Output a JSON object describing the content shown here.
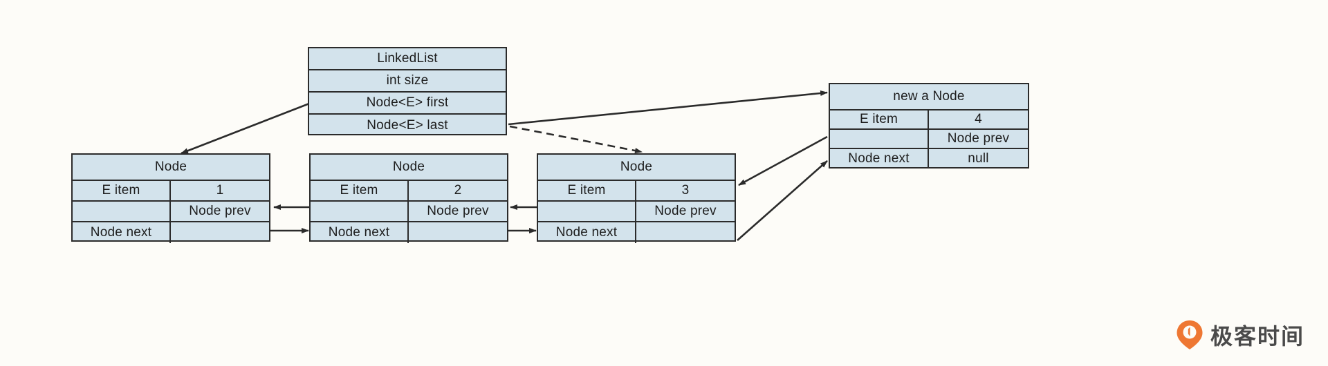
{
  "canvas": {
    "background_color": "#fdfcf8",
    "box_fill_color": "#d3e3ec",
    "stroke_color": "#2b2b2b"
  },
  "linked_list": {
    "title": "LinkedList",
    "fields": [
      "int size",
      "Node<E> first",
      "Node<E> last"
    ]
  },
  "nodes": [
    {
      "title": "Node",
      "item_label": "E item",
      "item_value": "1",
      "prev_label": "",
      "prev_value": "Node prev",
      "next_label": "Node next",
      "next_value": ""
    },
    {
      "title": "Node",
      "item_label": "E item",
      "item_value": "2",
      "prev_label": "",
      "prev_value": "Node prev",
      "next_label": "Node next",
      "next_value": ""
    },
    {
      "title": "Node",
      "item_label": "E item",
      "item_value": "3",
      "prev_label": "",
      "prev_value": "Node prev",
      "next_label": "Node next",
      "next_value": ""
    }
  ],
  "new_node": {
    "title": "new a Node",
    "item_label": "E item",
    "item_value": "4",
    "prev_label": "",
    "prev_value": "Node prev",
    "next_label": "Node next",
    "next_value": "null"
  },
  "watermark": {
    "text": "极客时间",
    "mark_color": "#ee7733",
    "text_color": "#4a4a4a"
  }
}
